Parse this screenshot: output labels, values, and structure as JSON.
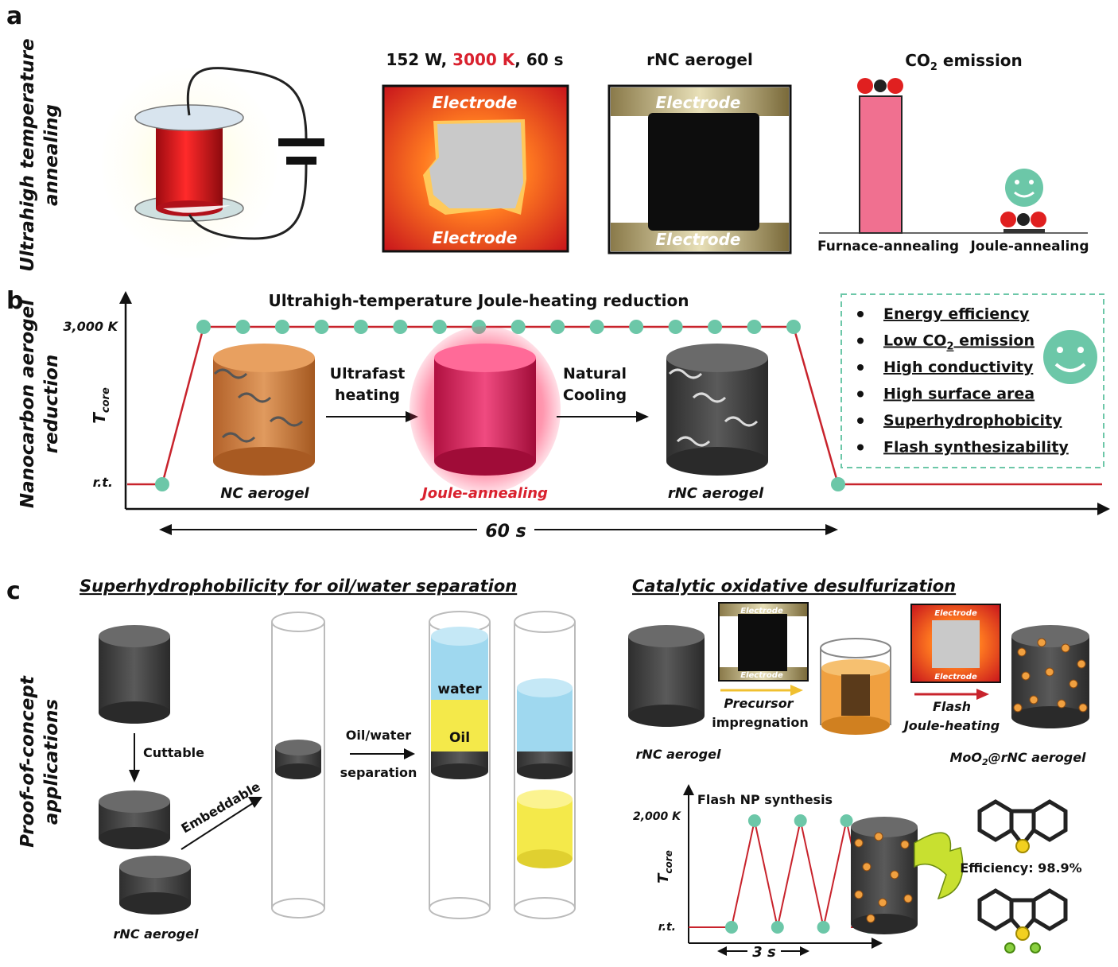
{
  "panel_a": {
    "letter": "a",
    "side_label_1": "Ultrahigh temperature",
    "side_label_2": "annealing",
    "heat_title_1": "152 W, ",
    "heat_title_2": "3000 K",
    "heat_title_3": ", 60 s",
    "heat_electrode_top": "Electrode",
    "heat_electrode_bottom": "Electrode",
    "rnc_title": "rNC aerogel",
    "rnc_electrode_top": "Electrode",
    "rnc_electrode_bottom": "Electrode",
    "co2_title_pre": "CO",
    "co2_title_sub": "2",
    "co2_title_post": " emission",
    "co2_label_furnace": "Furnace-annealing",
    "co2_label_joule": "Joule-annealing"
  },
  "panel_b": {
    "letter": "b",
    "side_label_1": "Nanocarbon aerogel",
    "side_label_2": "reduction",
    "title": "Ultrahigh-temperature Joule-heating reduction",
    "y_top": "3,000 K",
    "y_bottom": "r.t.",
    "y_axis_main": "T",
    "y_axis_sub": "core",
    "step1_a": "Ultrafast",
    "step1_b": "heating",
    "step2_a": "Natural",
    "step2_b": "Cooling",
    "label_nc": "NC aerogel",
    "label_joule": "Joule-annealing",
    "label_rnc": "rNC aerogel",
    "time": "60 s",
    "benefits": [
      "Energy efficiency",
      "Low CO",
      "High conductivity",
      "High surface area",
      "Superhydrophobicity",
      "Flash synthesizability"
    ],
    "benefit_co2_sub": "2",
    "benefit_co2_post": " emission"
  },
  "panel_c": {
    "letter": "c",
    "side_label_1": "Proof-of-concept",
    "side_label_2": "applications",
    "left_title": "Superhydrophobilicity for oil/water separation",
    "cuttable": "Cuttable",
    "embeddable": "Embeddable",
    "sep_a": "Oil/water",
    "sep_b": "separation",
    "water": "water",
    "oil": "Oil",
    "left_rnc": "rNC aerogel",
    "right_title": "Catalytic oxidative desulfurization",
    "small_electrode": "Electrode",
    "precursor_a": "Precursor",
    "precursor_b": "impregnation",
    "flash_a": "Flash",
    "flash_b": "Joule-heating",
    "right_rnc": "rNC aerogel",
    "moo2_pre": "MoO",
    "moo2_sub": "2",
    "moo2_post": "@rNC aerogel",
    "np_title": "Flash NP synthesis",
    "np_y_top": "2,000 K",
    "np_y_bottom": "r.t.",
    "np_time": "3 s",
    "efficiency": "Efficiency: 98.9%"
  },
  "chart_data": [
    {
      "type": "line",
      "title": "Ultrahigh-temperature Joule-heating reduction",
      "ylabel": "T_core",
      "xlabel": "60 s",
      "y_ticks": [
        "r.t.",
        "3,000 K"
      ],
      "series": [
        {
          "values": [
            "r.t.",
            "3,000 K",
            "3,000 K",
            "r.t."
          ]
        }
      ]
    },
    {
      "type": "line",
      "title": "Flash NP synthesis",
      "ylabel": "T_core",
      "xlabel": "3 s",
      "y_ticks": [
        "r.t.",
        "2,000 K"
      ],
      "series": [
        {
          "values": [
            "r.t.",
            "2,000 K",
            "r.t.",
            "2,000 K",
            "r.t.",
            "2,000 K",
            "r.t."
          ]
        }
      ]
    }
  ],
  "colors": {
    "red_line": "#c8232c",
    "marker": "#6cc7a8",
    "furnace_bar": "#f07090",
    "smiley": "#6cc7a8",
    "joule_text": "#d9212e",
    "water": "#9fd8ef",
    "oil": "#f4e94a",
    "orange": "#f0a040"
  }
}
